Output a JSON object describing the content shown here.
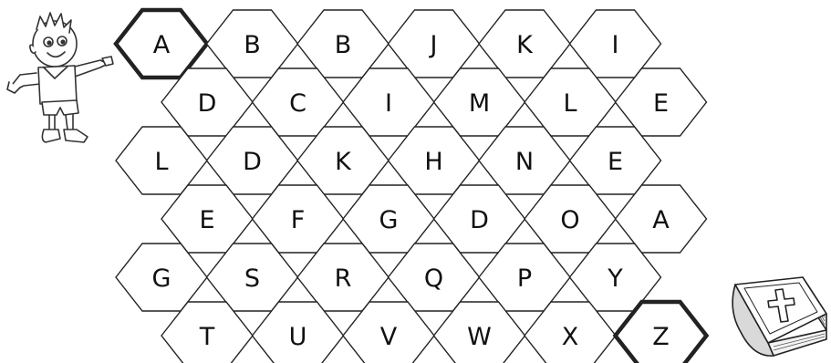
{
  "puzzle": {
    "type": "hexagon letter maze",
    "start_letter": "A",
    "end_letter": "Z",
    "rows": [
      [
        "A",
        "B",
        "B",
        "J",
        "K",
        "I"
      ],
      [
        "D",
        "C",
        "I",
        "M",
        "L",
        "E"
      ],
      [
        "L",
        "D",
        "K",
        "H",
        "N",
        "E"
      ],
      [
        "E",
        "F",
        "G",
        "D",
        "O",
        "A"
      ],
      [
        "G",
        "S",
        "R",
        "Q",
        "P",
        "Y"
      ],
      [
        "T",
        "U",
        "V",
        "W",
        "X",
        "Z"
      ]
    ],
    "highlighted_cells": [
      {
        "row": 0,
        "col": 0,
        "letter": "A"
      },
      {
        "row": 5,
        "col": 5,
        "letter": "Z"
      }
    ]
  },
  "decorations": {
    "left": "cartoon-boy-icon",
    "right": "bible-book-icon"
  }
}
